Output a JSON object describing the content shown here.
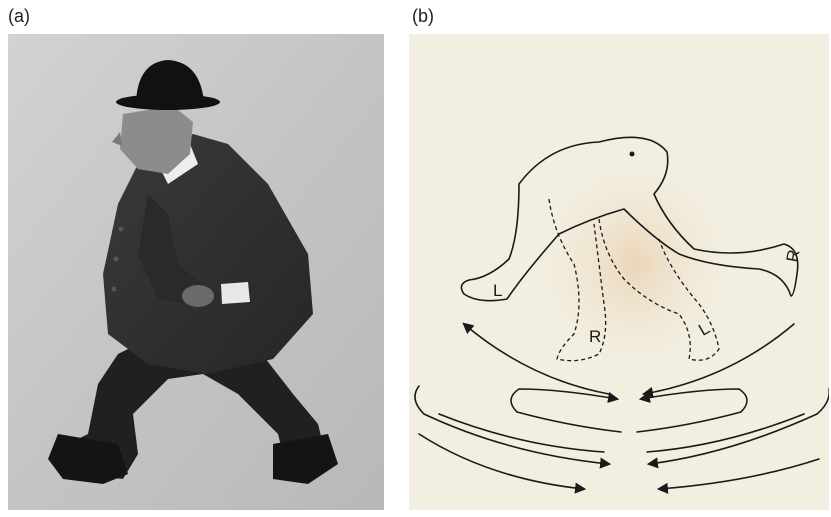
{
  "panels": [
    {
      "label": "(a)"
    },
    {
      "label": "(b)",
      "leg_labels": [
        "L",
        "R",
        "R",
        "L"
      ]
    }
  ]
}
